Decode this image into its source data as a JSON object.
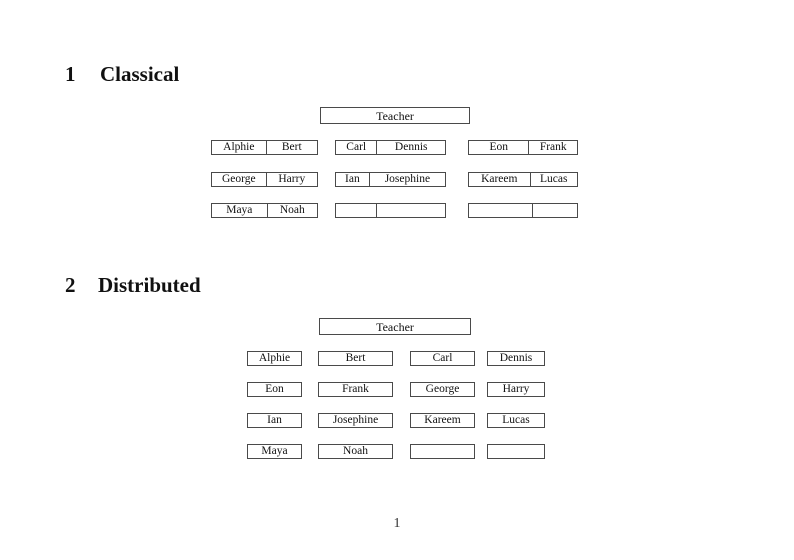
{
  "page_number": "1",
  "sections": [
    {
      "number": "1",
      "title": "Classical"
    },
    {
      "number": "2",
      "title": "Distributed"
    }
  ],
  "classical": {
    "teacher_label": "Teacher",
    "desks": [
      {
        "cells": [
          "Alphie",
          "Bert"
        ]
      },
      {
        "cells": [
          "Carl",
          "Dennis"
        ]
      },
      {
        "cells": [
          "Eon",
          "Frank"
        ]
      },
      {
        "cells": [
          "George",
          "Harry"
        ]
      },
      {
        "cells": [
          "Ian",
          "Josephine"
        ]
      },
      {
        "cells": [
          "Kareem",
          "Lucas"
        ]
      },
      {
        "cells": [
          "Maya",
          "Noah"
        ]
      },
      {
        "cells": [
          "",
          ""
        ]
      },
      {
        "cells": [
          "",
          ""
        ]
      }
    ]
  },
  "distributed": {
    "teacher_label": "Teacher",
    "seats": [
      "Alphie",
      "Bert",
      "Carl",
      "Dennis",
      "Eon",
      "Frank",
      "George",
      "Harry",
      "Ian",
      "Josephine",
      "Kareem",
      "Lucas",
      "Maya",
      "Noah",
      "",
      ""
    ]
  },
  "colors": {
    "border": "#4a4a4a",
    "text": "#111111",
    "background": "#ffffff"
  }
}
